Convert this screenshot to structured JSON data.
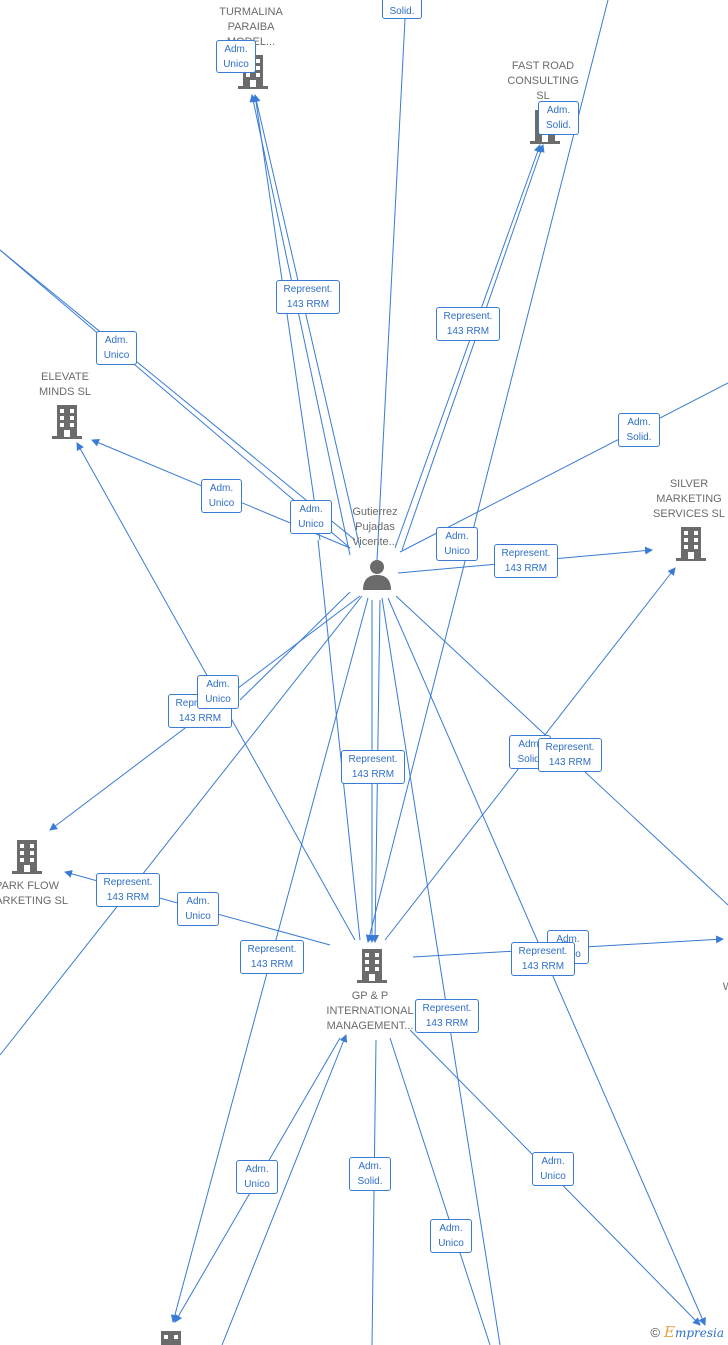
{
  "center_person": {
    "label": "Gutierrez\nPujadas\nVicente..."
  },
  "companies": {
    "turmalina": "TURMALINA\nPARAIBA\nMODEL...",
    "fast_road": "FAST ROAD\nCONSULTING\nSL",
    "elevate": "ELEVATE\nMINDS  SL",
    "silver": "SILVER\nMARKETING\nSERVICES  SL",
    "park_flow": "PARK FLOW\nMARKETING  SL",
    "gp": "GP & P\nINTERNATIONAL\nMANAGEMENT...",
    "right_w": "W"
  },
  "edge_labels": {
    "l_solid_top": "Solid.",
    "l_turm_adm": "Adm.\nUnico",
    "l_fast_adm": "Adm.\nSolid.",
    "l_rep_turm": "Represent.\n143 RRM",
    "l_rep_fast": "Represent.\n143 RRM",
    "l_adm_topleft": "Adm.\nUnico",
    "l_adm_right": "Adm.\nSolid.",
    "l_adm_elev": "Adm.\nUnico",
    "l_adm_center": "Adm.\nUnico",
    "l_adm_center2": "Adm.\nUnico",
    "l_rep_silver": "Represent.\n143 RRM",
    "l_rep_left_hidden": "Represent.\n143 RRM",
    "l_adm_left": "Adm.\nUnico",
    "l_rep_mid": "Represent.\n143 RRM",
    "l_adm_solid_mid": "Adm.\nSolid.",
    "l_rep_midright": "Represent.\n143 RRM",
    "l_rep_park": "Represent.\n143 RRM",
    "l_adm_park": "Adm.\nUnico",
    "l_rep_lowleft": "Represent.\n143 RRM",
    "l_adm_right2": "Adm.\nUnico",
    "l_rep_right2": "Represent.\n143 RRM",
    "l_rep_gp": "Represent.\n143 RRM",
    "l_adm_b1": "Adm.\nUnico",
    "l_adm_b2": "Adm.\nSolid.",
    "l_adm_b3": "Adm.\nUnico",
    "l_adm_b4": "Adm.\nUnico"
  },
  "brand": {
    "copyright": "©",
    "e": "E",
    "rest": "mpresia"
  },
  "colors": {
    "edge": "#3a7bd5",
    "node": "#6b6b6b"
  }
}
